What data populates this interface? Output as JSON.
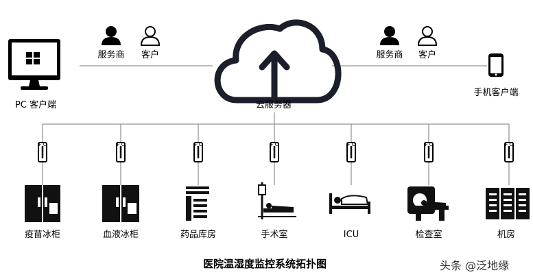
{
  "top_left": {
    "service_label": "服务商",
    "customer_label": "客户",
    "pc_label": "PC 客户端"
  },
  "top_right": {
    "service_label": "服务商",
    "customer_label": "客户",
    "mobile_label": "手机客户端"
  },
  "cloud": {
    "label": "云服务器"
  },
  "sensor_text": "F C",
  "rooms": [
    {
      "label": "疫苗冰柜",
      "icon": "vaccine-fridge-icon"
    },
    {
      "label": "血液冰柜",
      "icon": "blood-fridge-icon"
    },
    {
      "label": "药品库房",
      "icon": "pharmacy-icon"
    },
    {
      "label": "手术室",
      "icon": "operating-room-icon"
    },
    {
      "label": "ICU",
      "icon": "icu-bed-icon"
    },
    {
      "label": "检查室",
      "icon": "scanner-icon"
    },
    {
      "label": "机房",
      "icon": "server-room-icon"
    }
  ],
  "caption": "医院温湿度监控系统拓扑图",
  "watermark": "头条 @泛地缘"
}
